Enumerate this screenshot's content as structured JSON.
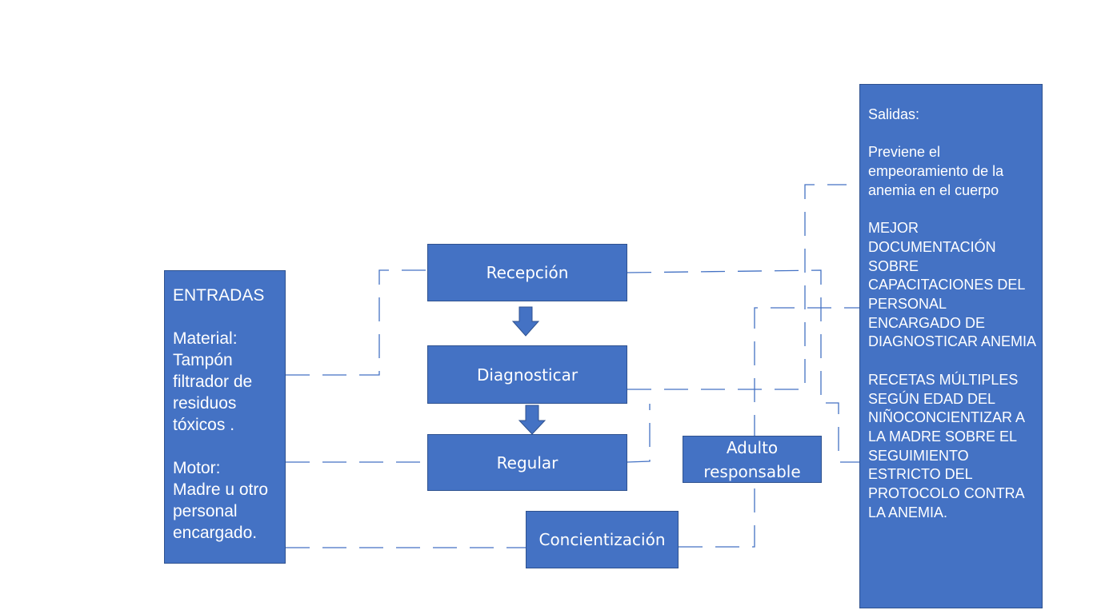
{
  "inputs_box": {
    "text": "ENTRADAS\n\nMaterial:\nTampón filtrador de residuos tóxicos .\n\nMotor:\nMadre u otro personal encargado."
  },
  "outputs_box": {
    "text": "Salidas:\n\nPreviene el empeoramiento de la anemia en el cuerpo\n\nMEJOR DOCUMENTACIÓN SOBRE CAPACITACIONES DEL PERSONAL ENCARGADO DE DIAGNOSTICAR ANEMIA\n\nRECETAS MÚLTIPLES SEGÚN EDAD DEL NIÑOCONCIENTIZAR A LA MADRE SOBRE EL SEGUIMIENTO ESTRICTO DEL PROTOCOLO CONTRA LA ANEMIA."
  },
  "process": {
    "reception": "Recepción",
    "diagnose": "Diagnosticar",
    "regulate": "Regular",
    "awareness": "Concientización",
    "responsible_adult": "Adulto responsable"
  },
  "colors": {
    "box_fill": "#4472c4",
    "box_border": "#2f528f",
    "connector": "#4472c4",
    "text": "#ffffff"
  }
}
